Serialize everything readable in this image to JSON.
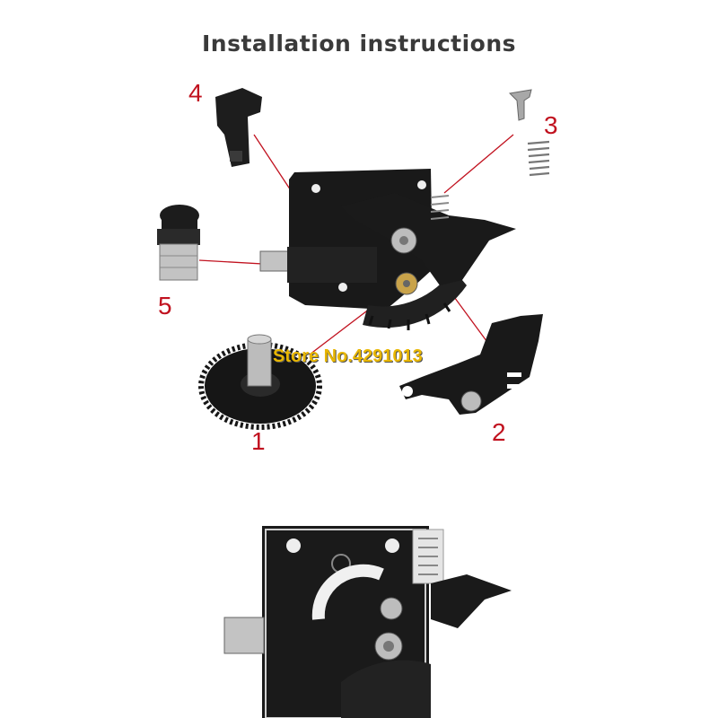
{
  "title": "Installation instructions",
  "watermark": "Store No.4291013",
  "callouts": [
    {
      "id": "1",
      "label": "1"
    },
    {
      "id": "2",
      "label": "2"
    },
    {
      "id": "3",
      "label": "3"
    },
    {
      "id": "4",
      "label": "4"
    },
    {
      "id": "5",
      "label": "5"
    }
  ],
  "colors": {
    "callout": "#c1121f",
    "part": "#1b1b1b",
    "metal": "#b9b9b9",
    "watermark": "#e8b600"
  }
}
